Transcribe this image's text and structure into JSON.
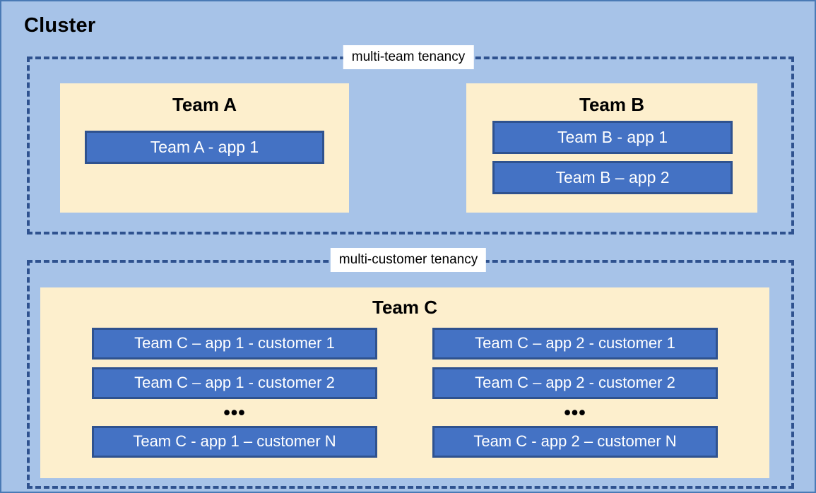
{
  "diagram": {
    "title": "Cluster",
    "colors": {
      "background": "#A7C3E8",
      "team_box": "#FDEFCD",
      "app_box": "#4472C4",
      "app_box_border": "#2F528F",
      "dashed_border": "#2F528F",
      "label_background": "#FFFFFF",
      "text_dark": "#000000",
      "text_light": "#FFFFFF"
    },
    "tenancies": [
      {
        "label": "multi-team tenancy",
        "teams": [
          {
            "name": "Team A",
            "apps": [
              "Team A - app 1"
            ]
          },
          {
            "name": "Team B",
            "apps": [
              "Team B - app 1",
              "Team B – app 2"
            ]
          }
        ]
      },
      {
        "label": "multi-customer tenancy",
        "teams": [
          {
            "name": "Team C",
            "columns": [
              {
                "items": [
                  "Team C – app 1 - customer 1",
                  "Team C – app 1 - customer 2"
                ],
                "ellipsis": "•••",
                "last_item": "Team C - app 1 – customer N"
              },
              {
                "items": [
                  "Team C – app 2 - customer 1",
                  "Team C – app 2 - customer 2"
                ],
                "ellipsis": "•••",
                "last_item": "Team C - app 2 – customer N"
              }
            ]
          }
        ]
      }
    ]
  }
}
